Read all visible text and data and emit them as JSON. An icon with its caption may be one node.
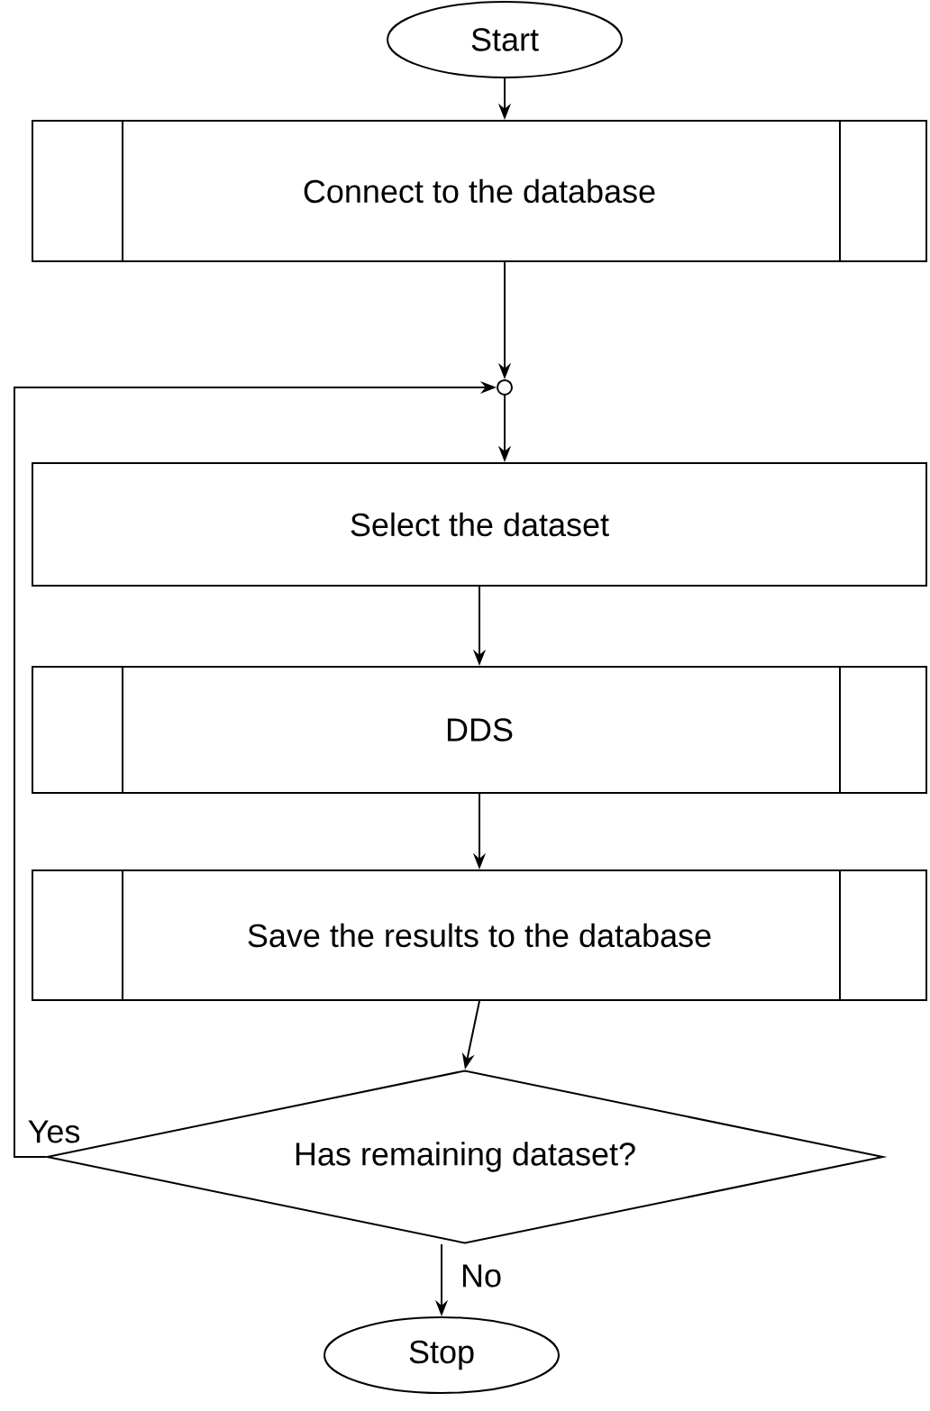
{
  "diagram": {
    "nodes": [
      {
        "text": [
          "Start"
        ]
      },
      {
        "text": [
          "Connect to the database"
        ]
      },
      {
        "text": [],
        "shape": "circle"
      },
      {
        "text": [
          "Select the dataset"
        ]
      },
      {
        "text": [
          "DDS"
        ]
      },
      {
        "text": [
          "Save the results to the database"
        ]
      },
      {
        "text": [
          "Has remaining dataset?"
        ]
      },
      {
        "text": [
          "Stop"
        ]
      }
    ],
    "edges": [
      {
        "from": 0,
        "to": 1,
        "arrow": "to"
      },
      {
        "from": 1,
        "to": 2,
        "arrow": "to"
      },
      {
        "from": 2,
        "to": 3,
        "arrow": "to"
      },
      {
        "from": 3,
        "to": 4,
        "arrow": "to"
      },
      {
        "from": 4,
        "to": 5,
        "arrow": "to"
      },
      {
        "from": 5,
        "to": 6,
        "arrow": "to"
      },
      {
        "from": 6,
        "to": 2,
        "arrow": "to",
        "label": "Yes"
      },
      {
        "from": 6,
        "to": 7,
        "arrow": "to",
        "label": "No"
      }
    ]
  }
}
